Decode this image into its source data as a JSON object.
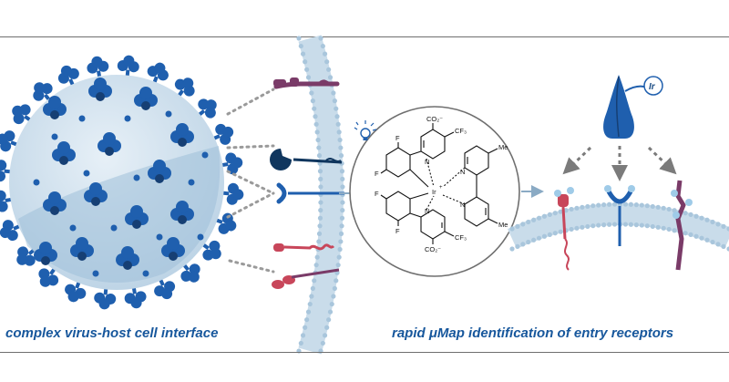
{
  "captions": {
    "left": "complex virus-host cell interface",
    "right": "rapid μMap identification of entry receptors"
  },
  "catalyst": {
    "metal": "Ir",
    "metal_charge": "+",
    "groups": {
      "carboxylate_top": "CO₂⁻",
      "trifluoromethyl_top": "CF₃",
      "carboxylate_bottom": "CO₂⁻",
      "trifluoromethyl_bottom": "CF₃",
      "methyl_top": "Me",
      "methyl_bottom": "Me",
      "fluoro": "F"
    },
    "atoms": {
      "nitrogen": "N"
    }
  },
  "probe": {
    "label": "Ir"
  },
  "colors": {
    "virus_blue": "#1f5fae",
    "virus_light": "#cfe0ee",
    "membrane": "#a9c6dc",
    "purple_receptor": "#7a3b68",
    "red_receptor": "#c8465a",
    "caption_blue": "#17579c",
    "arrow_gray": "#7b7b7b"
  }
}
